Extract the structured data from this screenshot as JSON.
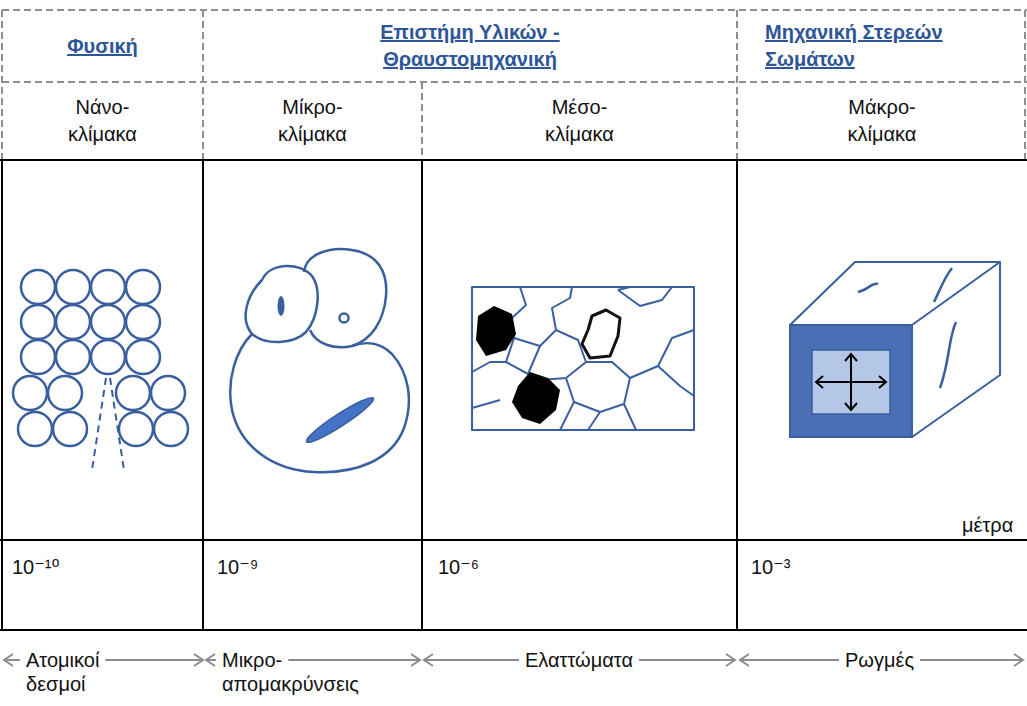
{
  "diagram": {
    "nodes": [
      {
        "text": [
          "Φυσική"
        ]
      },
      {
        "text": [
          "Επιστήμη Υλικών - Θραυστομηχανική"
        ]
      },
      {
        "text": [
          "Μηχανική Στερεών Σωμάτων"
        ]
      },
      {
        "text": [
          "Νάνο- κλίμακα"
        ]
      },
      {
        "text": [
          "Μίκρο- κλίμακα"
        ]
      },
      {
        "text": [
          "Μέσο- κλίμακα"
        ]
      },
      {
        "text": [
          "Μάκρο- κλίμακα"
        ]
      },
      {
        "text": [
          "10⁻¹⁰"
        ]
      },
      {
        "text": [
          "10⁻⁹"
        ]
      },
      {
        "text": [
          "10⁻⁶"
        ]
      },
      {
        "text": [
          "10⁻³"
        ]
      }
    ],
    "labels": [
      "μέτρα",
      "Ατομικοί δεσμοί",
      "Μικρο- απομακρύνσεις",
      "Ελαττώματα",
      "Ρωγμές"
    ]
  }
}
